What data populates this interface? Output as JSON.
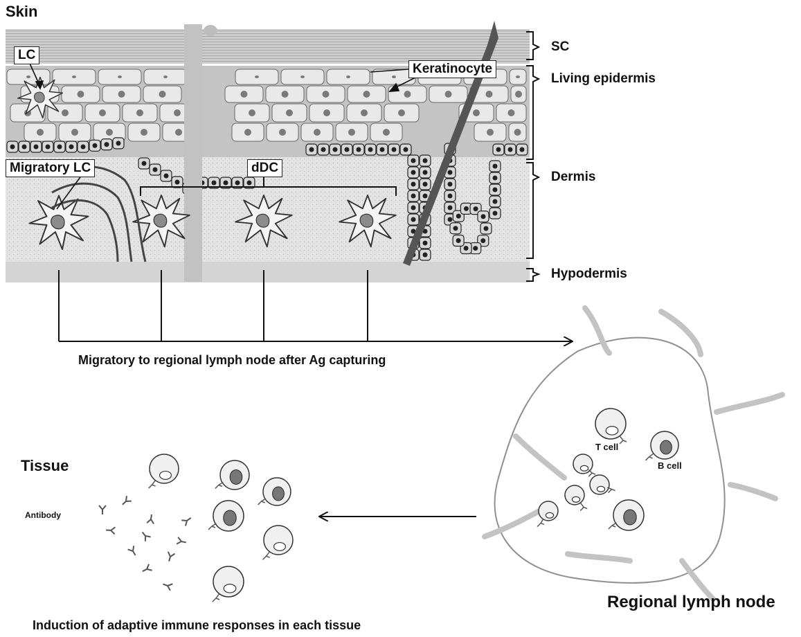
{
  "skin": {
    "title": "Skin",
    "labels": {
      "lc": "LC",
      "keratinocyte": "Keratinocyte",
      "migratory_lc": "Migratory LC",
      "ddc": "dDC"
    },
    "layers": {
      "sc": "SC",
      "living_epidermis": "Living epidermis",
      "dermis": "Dermis",
      "hypodermis": "Hypodermis"
    }
  },
  "migration_caption": "Migratory to regional lymph node after Ag capturing",
  "lymph_node": {
    "title": "Regional lymph node",
    "t_cell": "T cell",
    "b_cell": "B cell"
  },
  "tissue": {
    "title": "Tissue",
    "antibody": "Antibody"
  },
  "bottom_caption": "Induction of adaptive immune responses in each tissue",
  "colors": {
    "stratum_corneum": "#c9c9c9",
    "epidermis": "#bdbdbd",
    "dermis": "#e4e4e4",
    "hypodermis": "#d2d2d2",
    "cell_fill": "#e9e9e9",
    "nucleus": "#7a7a7a"
  }
}
